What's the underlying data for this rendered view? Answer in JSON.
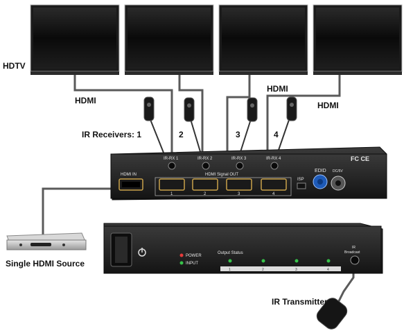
{
  "labels": {
    "hdtv": "HDTV",
    "hdmi_1": "HDMI",
    "hdmi_2": "HDMI",
    "hdmi_3": "HDMI",
    "ir_receivers": "IR Receivers: 1",
    "rx_num_2": "2",
    "rx_num_3": "3",
    "rx_num_4": "4",
    "single_hdmi_source": "Single HDMI Source",
    "ir_transmitter": "IR Transmitter"
  },
  "rear_panel": {
    "irrx": [
      "IR-RX 1",
      "IR-RX 2",
      "IR-RX 3",
      "IR-RX 4"
    ],
    "hdmi_in": "HDMI IN",
    "hdmi_signal_out": "HDMI Signal OUT",
    "out_ports": [
      "1",
      "2",
      "3",
      "4"
    ],
    "isp": "ISP",
    "edid": "EDID",
    "dc": "DC/5V",
    "certs": "FC CE"
  },
  "front_panel": {
    "power": "POWER",
    "input": "INPUT",
    "output_status": "Output Status",
    "status_numbers": [
      "1",
      "2",
      "3",
      "4"
    ],
    "ir_broadcast_1": "IR",
    "ir_broadcast_2": "Broadcast"
  },
  "colors": {
    "tv_body": "#1b1b1b",
    "cable": "#5a5a5a",
    "panel": "#222222",
    "led_red": "#e53a3a",
    "led_green": "#37c24a"
  }
}
